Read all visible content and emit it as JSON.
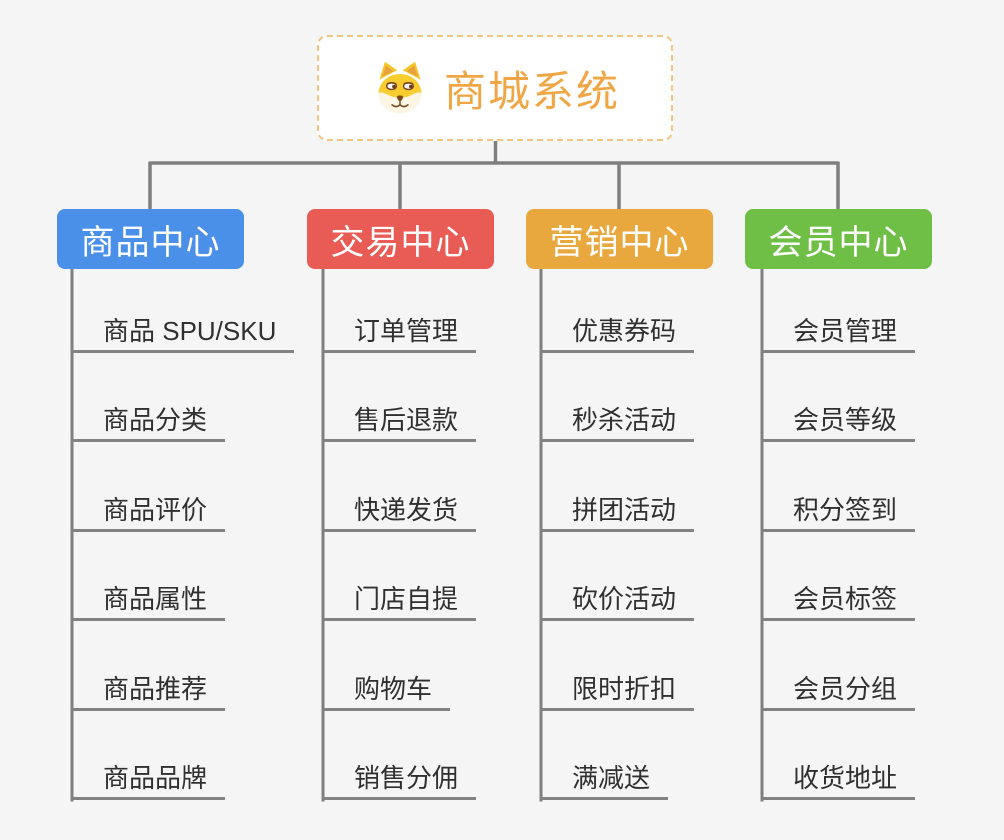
{
  "root": {
    "title": "商城系统",
    "icon": "shiba-dog-sticker"
  },
  "branches": [
    {
      "label": "商品中心",
      "color": "#4a8fe8",
      "children": [
        "商品 SPU/SKU",
        "商品分类",
        "商品评价",
        "商品属性",
        "商品推荐",
        "商品品牌"
      ]
    },
    {
      "label": "交易中心",
      "color": "#e95b55",
      "children": [
        "订单管理",
        "售后退款",
        "快递发货",
        "门店自提",
        "购物车",
        "销售分佣"
      ]
    },
    {
      "label": "营销中心",
      "color": "#e9a83d",
      "children": [
        "优惠券码",
        "秒杀活动",
        "拼团活动",
        "砍价活动",
        "限时折扣",
        "满减送"
      ]
    },
    {
      "label": "会员中心",
      "color": "#6fbf46",
      "children": [
        "会员管理",
        "会员等级",
        "积分签到",
        "会员标签",
        "会员分组",
        "收货地址"
      ]
    }
  ],
  "colors": {
    "background": "#f5f5f5",
    "connector_gray": "#7f7f7f",
    "child_underline": "#828282",
    "root_border": "#f3c57f",
    "root_text": "#f0a644",
    "child_text": "#303030"
  }
}
